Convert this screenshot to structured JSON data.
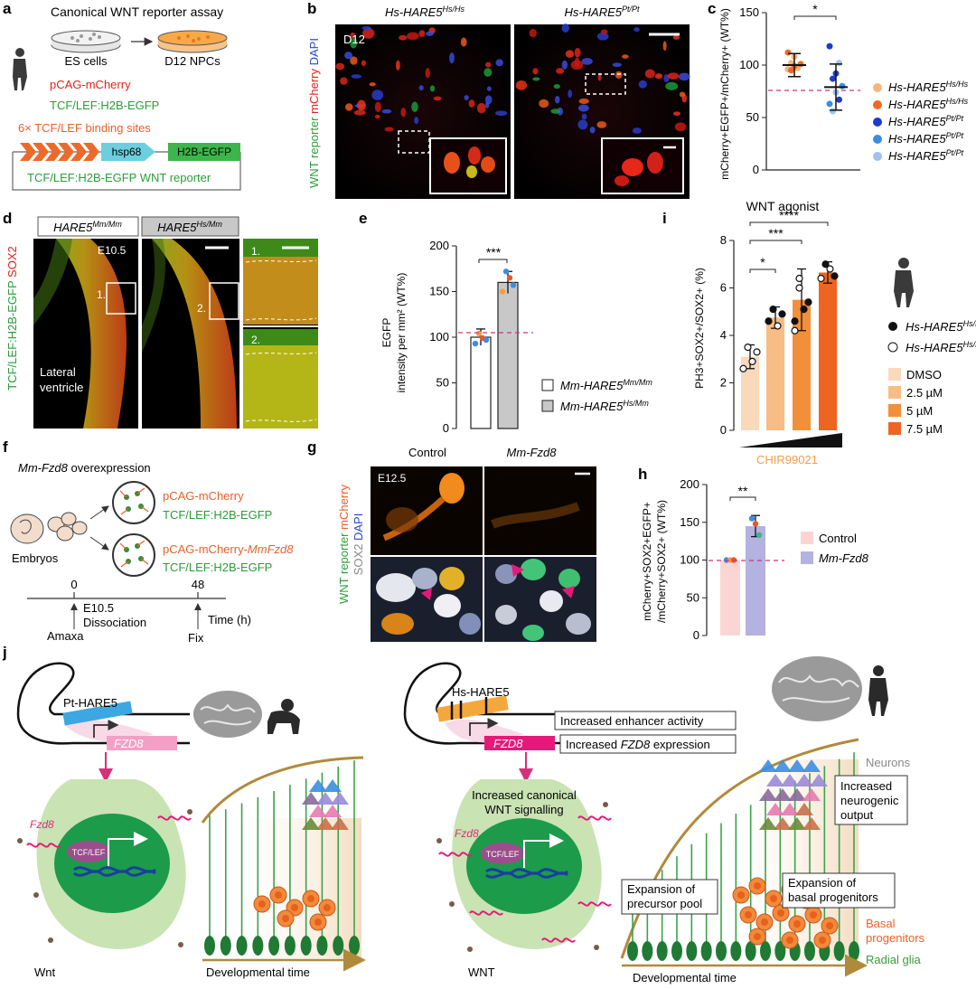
{
  "panel_labels": [
    "a",
    "b",
    "c",
    "d",
    "e",
    "f",
    "g",
    "h",
    "i",
    "j"
  ],
  "a": {
    "title": "Canonical WNT reporter assay",
    "es_cells": "ES cells",
    "npcs": "D12 NPCs",
    "pcag": "pCAG-mCherry",
    "tcf": "TCF/LEF:H2B-EGFP",
    "binding": "6× TCF/LEF binding sites",
    "hsp68": "hsp68",
    "h2b": "H2B-EGFP",
    "reporter": "TCF/LEF:H2B-EGFP WNT reporter"
  },
  "b": {
    "col1": "Hs-HARE5",
    "col1_sup": "Hs/Hs",
    "col2": "Hs-HARE5",
    "col2_sup": "Pt/Pt",
    "day": "D12",
    "side_green": "WNT reporter",
    "side_red": "mCherry",
    "side_blue": "DAPI"
  },
  "c_chart": {
    "type": "scatter",
    "ylabel": "mCherry+EGFP+/mCherry+ (WT%)",
    "yticks": [
      "0",
      "50",
      "100",
      "150"
    ],
    "ylim": [
      0,
      150
    ],
    "significance": "*",
    "groups": [
      {
        "name": "Hs/Hs",
        "mean": 100,
        "sd": 11,
        "points": [
          {
            "v": 96,
            "c": "#f7b57c"
          },
          {
            "v": 102,
            "c": "#f7b57c"
          },
          {
            "v": 108,
            "c": "#f7b57c"
          },
          {
            "v": 97,
            "c": "#f7b57c"
          },
          {
            "v": 101,
            "c": "#ee6a22"
          },
          {
            "v": 112,
            "c": "#ee6a22"
          },
          {
            "v": 95,
            "c": "#ee6a22"
          },
          {
            "v": 99,
            "c": "#ee6a22"
          }
        ]
      },
      {
        "name": "Pt/Pt",
        "mean": 79,
        "sd": 22,
        "points": [
          {
            "v": 118,
            "c": "#1e3cc8"
          },
          {
            "v": 87,
            "c": "#1e3cc8"
          },
          {
            "v": 92,
            "c": "#1e3cc8"
          },
          {
            "v": 67,
            "c": "#1e3cc8"
          },
          {
            "v": 80,
            "c": "#3c8de0"
          },
          {
            "v": 63,
            "c": "#3c8de0"
          },
          {
            "v": 56,
            "c": "#9fc2ef"
          },
          {
            "v": 74,
            "c": "#9fc2ef"
          },
          {
            "v": 102,
            "c": "#9fc2ef"
          }
        ]
      }
    ],
    "legend": [
      {
        "label": "Hs-HARE5",
        "sup": "Hs/Hs",
        "color": "#f7b57c"
      },
      {
        "label": "Hs-HARE5",
        "sup": "Hs/Hs",
        "color": "#ee6a22"
      },
      {
        "label": "Hs-HARE5",
        "sup": "Pt/Pt",
        "color": "#1e3cc8"
      },
      {
        "label": "Hs-HARE5",
        "sup": "Pt/Pt",
        "color": "#3c8de0"
      },
      {
        "label": "Hs-HARE5",
        "sup": "Pt/Pt",
        "color": "#9fc2ef"
      }
    ]
  },
  "d": {
    "h1": "HARE5",
    "h1_sup": "Mm/Mm",
    "h2": "HARE5",
    "h2_sup": "Hs/Mm",
    "e105": "E10.5",
    "side_green": "TCF/LEF:H2B-EGFP",
    "side_red": "SOX2",
    "lateral": "Lateral",
    "ventricle": "ventricle",
    "box1": "1.",
    "box2": "2."
  },
  "e_chart": {
    "type": "bar",
    "ylabel1": "EGFP",
    "ylabel2": "intensity per mm² (WT%)",
    "yticks": [
      "0",
      "50",
      "100",
      "150",
      "200"
    ],
    "ylim": [
      0,
      200
    ],
    "significance": "***",
    "bars": [
      {
        "label": "Mm-HARE5",
        "sup": "Mm/Mm",
        "value": 100,
        "sd": 9,
        "fill": "#ffffff",
        "points": [
          {
            "v": 93,
            "c": "#3c8de0"
          },
          {
            "v": 104,
            "c": "#f39c4a"
          },
          {
            "v": 99,
            "c": "#e8582a"
          },
          {
            "v": 97,
            "c": "#3c8de0"
          }
        ]
      },
      {
        "label": "Mm-HARE5",
        "sup": "Hs/Mm",
        "value": 160,
        "sd": 12,
        "fill": "#c8c8c8",
        "points": [
          {
            "v": 150,
            "c": "#f39c4a"
          },
          {
            "v": 172,
            "c": "#3c8de0"
          },
          {
            "v": 165,
            "c": "#e8582a"
          },
          {
            "v": 157,
            "c": "#3c8de0"
          }
        ]
      }
    ]
  },
  "i_chart": {
    "type": "bar",
    "title": "WNT agonist",
    "ylabel": "PH3+SOX2+/SOX2+ (%)",
    "yticks": [
      "0",
      "2",
      "4",
      "6",
      "8"
    ],
    "ylim": [
      0,
      8
    ],
    "xlabel": "CHIR99021",
    "sig": [
      "*",
      "***",
      "****"
    ],
    "bars": [
      {
        "label": "DMSO",
        "value": 3.1,
        "sd": 0.5,
        "color": "#fad9bb",
        "points": [
          {
            "v": 2.6,
            "f": 0
          },
          {
            "v": 3.5,
            "f": 0
          },
          {
            "v": 2.9,
            "f": 0
          },
          {
            "v": 3.3,
            "f": 0
          }
        ]
      },
      {
        "label": "2.5 µM",
        "value": 4.75,
        "sd": 0.45,
        "color": "#f8bc85",
        "points": [
          {
            "v": 4.6,
            "f": 1
          },
          {
            "v": 5.1,
            "f": 1
          },
          {
            "v": 4.4,
            "f": 0
          },
          {
            "v": 4.9,
            "f": 1
          }
        ]
      },
      {
        "label": "5 µM",
        "value": 5.5,
        "sd": 1.3,
        "color": "#f28f3a",
        "points": [
          {
            "v": 4.2,
            "f": 0
          },
          {
            "v": 6.4,
            "f": 0
          },
          {
            "v": 5.1,
            "f": 1
          },
          {
            "v": 5.4,
            "f": 1
          },
          {
            "v": 4.6,
            "f": 1
          },
          {
            "v": 6.0,
            "f": 0
          }
        ]
      },
      {
        "label": "7.5 µM",
        "value": 6.65,
        "sd": 0.45,
        "color": "#ee6422",
        "points": [
          {
            "v": 6.4,
            "f": 0
          },
          {
            "v": 7.0,
            "f": 1
          },
          {
            "v": 6.8,
            "f": 0
          },
          {
            "v": 6.5,
            "f": 1
          }
        ]
      }
    ],
    "legend_filled": "Hs-HARE5",
    "legend_filled_sup": "Hs/Hs",
    "legend_open": "Hs-HARE5",
    "legend_open_sup": "Hs/Hs"
  },
  "f": {
    "title_em": "Mm-Fzd8",
    "title_rest": " overexpression",
    "embryos": "Embryos",
    "p1": "pCAG-mCherry",
    "p1b": "TCF/LEF:H2B-EGFP",
    "p2": "pCAG-mCherry-",
    "p2em": "MmFzd8",
    "p2b": "TCF/LEF:H2B-EGFP",
    "t0": "0",
    "t48": "48",
    "e105": "E10.5",
    "dissociation": "Dissociation",
    "time": "Time (h)",
    "amaxa": "Amaxa",
    "fix": "Fix"
  },
  "g": {
    "control": "Control",
    "fzd8": "Mm-Fzd8",
    "e125": "E12.5",
    "side_green": "WNT reporter",
    "side_red": "mCherry",
    "side_grey": "SOX2",
    "side_blue": "DAPI"
  },
  "h_chart": {
    "type": "bar",
    "ylabel1": "mCherry+SOX2+EGFP+",
    "ylabel2": "/mCherry+SOX2+ (WT%)",
    "yticks": [
      "0",
      "50",
      "100",
      "150",
      "200"
    ],
    "ylim": [
      0,
      200
    ],
    "significance": "**",
    "bars": [
      {
        "label": "Control",
        "value": 100,
        "sd": 0,
        "color": "#fbd5d3",
        "points": [
          {
            "v": 100,
            "c": "#3c8de0"
          },
          {
            "v": 100,
            "c": "#f39c4a"
          },
          {
            "v": 100,
            "c": "#e8582a"
          }
        ]
      },
      {
        "label": "Mm-Fzd8",
        "value": 145,
        "sd": 14,
        "color": "#b3b2e0",
        "points": [
          {
            "v": 155,
            "c": "#3c8de0"
          },
          {
            "v": 148,
            "c": "#e8582a"
          },
          {
            "v": 133,
            "c": "#3fb58e"
          }
        ]
      }
    ]
  },
  "j": {
    "pt_hare5": "Pt-HARE5",
    "fzd8": "FZD8",
    "fzd8_small": "Fzd8",
    "tcflef": "TCF/LEF",
    "wnt_l": "Wnt",
    "hs_hare5": "Hs-HARE5",
    "inc_enh": "Increased enhancer activity",
    "inc_fzd_a": "Increased ",
    "inc_fzd_b": "FZD8",
    "inc_fzd_c": " expression",
    "inc_wnt1": "Increased canonical",
    "inc_wnt2": "WNT signalling",
    "wnt_r": "WNT",
    "neurons": "Neurons",
    "inc_neuro1": "Increased",
    "inc_neuro2": "neurogenic",
    "inc_neuro3": "output",
    "exp_prec1": "Expansion of",
    "exp_prec2": "precursor pool",
    "exp_basal1": "Expansion of",
    "exp_basal2": "basal progenitors",
    "basal1": "Basal",
    "basal2": "progenitors",
    "radial": "Radial glia",
    "dev_time": "Developmental time"
  }
}
